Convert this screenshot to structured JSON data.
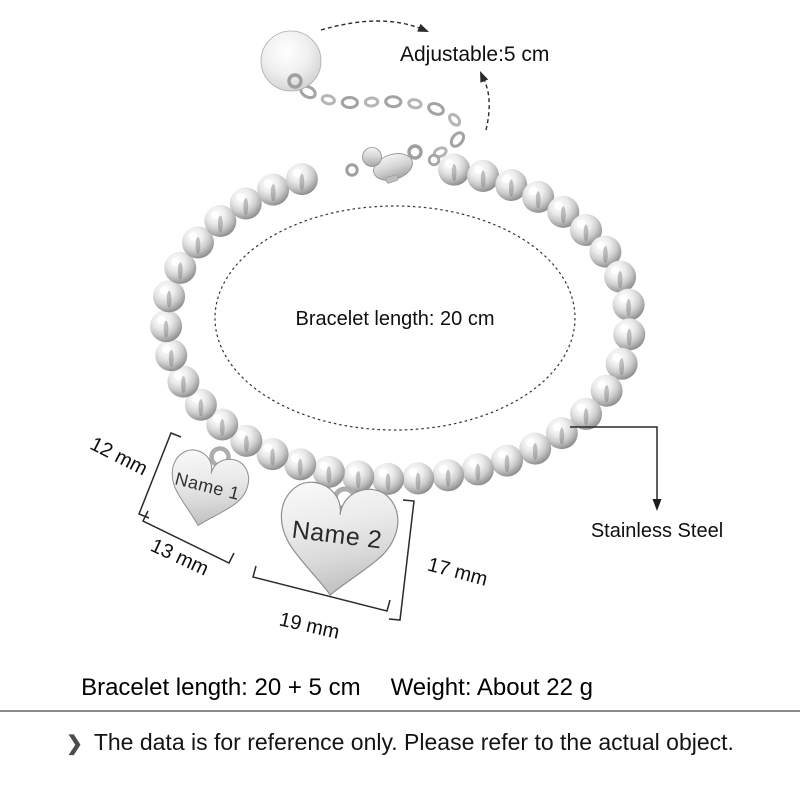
{
  "product": {
    "charms": [
      {
        "label": "Name 1"
      },
      {
        "label": "Name 2"
      }
    ]
  },
  "annotations": {
    "adjustable_label": "Adjustable:5 cm",
    "inner_length_label": "Bracelet length: 20 cm",
    "material_label": "Stainless Steel",
    "dimensions": {
      "small_heart_height": "12 mm",
      "small_heart_width": "13 mm",
      "large_heart_height": "17 mm",
      "large_heart_width": "19 mm"
    }
  },
  "specs": {
    "length_label": "Bracelet length: 20 + 5 cm",
    "weight_label": "Weight: About 22 g"
  },
  "footer": {
    "bullet_icon": "❯",
    "note": "The data is for reference only. Please refer to the actual object."
  },
  "colors": {
    "metal_light": "#f2f2f2",
    "metal_mid": "#c9c9c9",
    "metal_dark": "#7d7d7d",
    "annotation_ink": "#1c1c1c",
    "divider": "#8a8a8a"
  }
}
